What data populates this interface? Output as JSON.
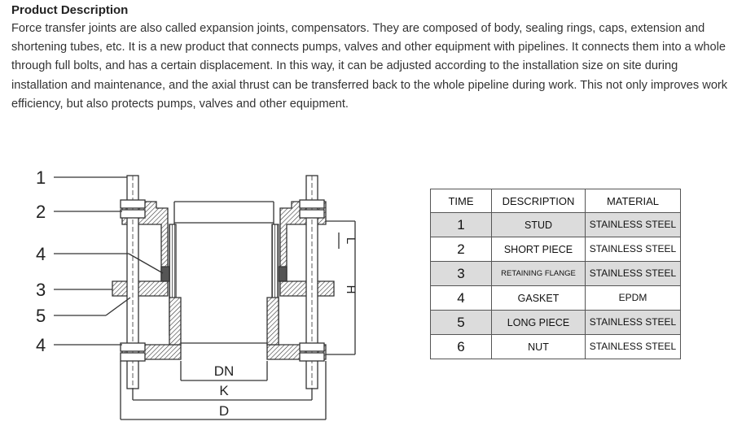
{
  "heading": "Product Description",
  "description": "Force transfer joints are also called expansion joints, compensators. They are composed of body, sealing rings, caps, extension and shortening tubes, etc. It is a new product that connects pumps, valves and other equipment with pipelines. It connects them into a whole through full bolts, and has a certain displacement. In this way, it can be adjusted according to the installation size on site during installation and maintenance, and the axial thrust can be transferred back to the whole pipeline during work. This not only improves work efficiency, but also protects pumps, valves and other equipment.",
  "diagram": {
    "callouts": [
      "1",
      "2",
      "4",
      "3",
      "5",
      "4"
    ],
    "dimensions": {
      "dn": "DN",
      "k": "K",
      "d": "D",
      "l": "L",
      "h": "H"
    }
  },
  "table": {
    "headers": [
      "TIME",
      "DESCRIPTION",
      "MATERIAL"
    ],
    "rows": [
      {
        "time": "1",
        "description": "STUD",
        "material": "STAINLESS STEEL"
      },
      {
        "time": "2",
        "description": "SHORT PIECE",
        "material": "STAINLESS STEEL"
      },
      {
        "time": "3",
        "description": "RETAINING FLANGE",
        "material": "STAINLESS STEEL"
      },
      {
        "time": "4",
        "description": "GASKET",
        "material": "EPDM"
      },
      {
        "time": "5",
        "description": "LONG PIECE",
        "material": "STAINLESS STEEL"
      },
      {
        "time": "6",
        "description": "NUT",
        "material": "STAINLESS STEEL"
      }
    ]
  }
}
